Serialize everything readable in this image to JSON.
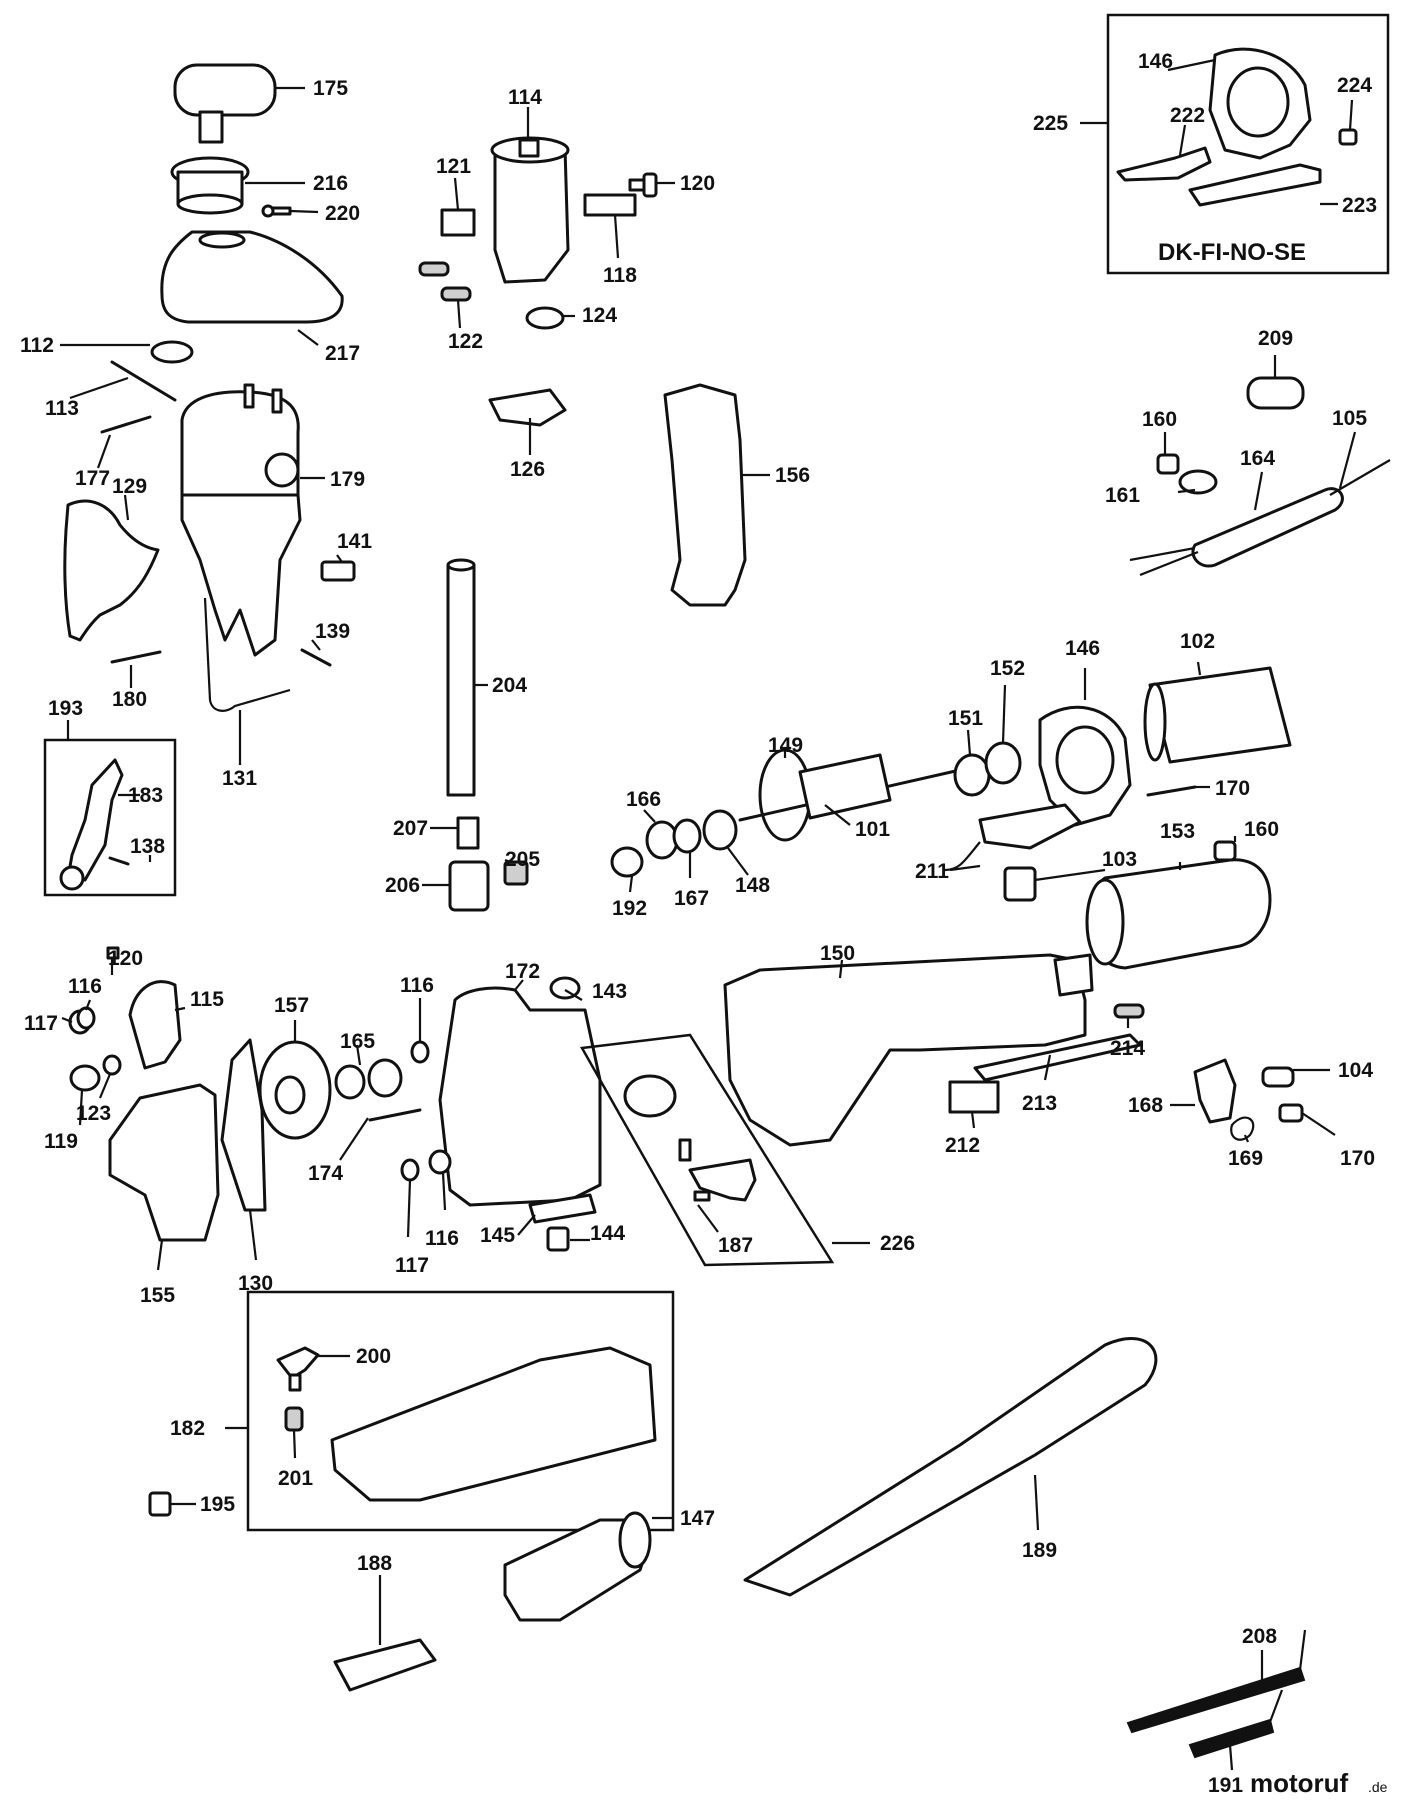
{
  "kit_label": "DK-FI-NO-SE",
  "watermark": {
    "brand": "motoruf",
    "suffix": ".de"
  },
  "callouts": {
    "c175": "175",
    "c216": "216",
    "c220": "220",
    "c217": "217",
    "c112": "112",
    "c113": "113",
    "c177": "177",
    "c179": "179",
    "c129": "129",
    "c141": "141",
    "c139": "139",
    "c180": "180",
    "c131": "131",
    "c193": "193",
    "c183": "183",
    "c138": "138",
    "c114": "114",
    "c121": "121",
    "c120a": "120",
    "c118": "118",
    "c122": "122",
    "c124": "124",
    "c126": "126",
    "c156": "156",
    "c204": "204",
    "c207": "207",
    "c205": "205",
    "c206": "206",
    "c225": "225",
    "c146a": "146",
    "c222": "222",
    "c224": "224",
    "c223": "223",
    "c209": "209",
    "c160a": "160",
    "c105": "105",
    "c164": "164",
    "c161": "161",
    "c149": "149",
    "c146b": "146",
    "c102": "102",
    "c151": "151",
    "c152": "152",
    "c166": "166",
    "c170a": "170",
    "c101": "101",
    "c148": "148",
    "c167": "167",
    "c192": "192",
    "c153": "153",
    "c160b": "160",
    "c103": "103",
    "c211": "211",
    "c150": "150",
    "c120b": "120",
    "c116a": "116",
    "c117a": "117",
    "c115": "115",
    "c119": "119",
    "c123": "123",
    "c157": "157",
    "c165": "165",
    "c174": "174",
    "c116b": "116",
    "c172": "172",
    "c143": "143",
    "c117b": "117",
    "c116c": "116",
    "c155": "155",
    "c130": "130",
    "c145": "145",
    "c144": "144",
    "c187": "187",
    "c226": "226",
    "c214": "214",
    "c213": "213",
    "c212": "212",
    "c104": "104",
    "c168": "168",
    "c169": "169",
    "c170b": "170",
    "c200": "200",
    "c182": "182",
    "c201": "201",
    "c195": "195",
    "c147": "147",
    "c189": "189",
    "c188": "188",
    "c208": "208",
    "c191": "191"
  }
}
